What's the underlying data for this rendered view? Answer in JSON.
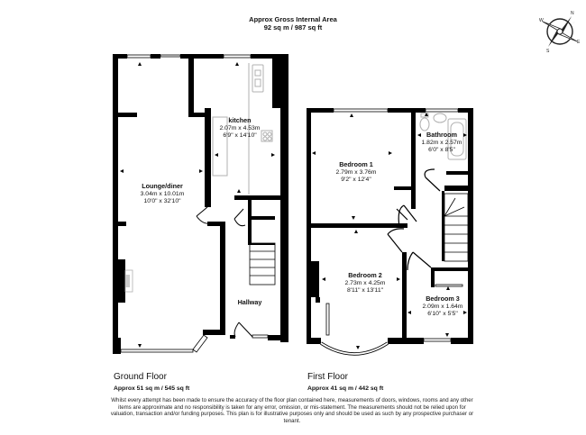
{
  "header": {
    "title": "Approx Gross Internal Area",
    "total_area": "92 sq m / 987 sq ft"
  },
  "compass": {
    "icon": "compass-rose-icon",
    "labels": [
      "N",
      "E",
      "S",
      "W"
    ]
  },
  "ground_floor": {
    "title": "Ground Floor",
    "area": "Approx 51 sq m / 545 sq ft",
    "rooms": [
      {
        "name": "Lounge/diner",
        "metric": "3.04m x 10.01m",
        "imperial": "10'0\" x 32'10\""
      },
      {
        "name": "kitchen",
        "metric": "2.07m x 4.53m",
        "imperial": "6'9\" x 14'10\""
      },
      {
        "name": "Hallway",
        "metric": "",
        "imperial": ""
      }
    ]
  },
  "first_floor": {
    "title": "First Floor",
    "area": "Approx 41 sq m / 442 sq ft",
    "rooms": [
      {
        "name": "Bedroom 1",
        "metric": "2.79m x 3.76m",
        "imperial": "9'2\" x 12'4\""
      },
      {
        "name": "Bathroom",
        "metric": "1.82m x 2.57m",
        "imperial": "6'0\" x 8'5\""
      },
      {
        "name": "Bedroom 2",
        "metric": "2.73m x 4.25m",
        "imperial": "8'11\" x 13'11\""
      },
      {
        "name": "Bedroom 3",
        "metric": "2.09m x 1.64m",
        "imperial": "6'10\" x 5'5\""
      }
    ]
  },
  "disclaimer": "Whilst every attempt has been made to ensure the accuracy of the floor plan contained here, measurements of doors, windows, rooms and any other items are approximate and no responsibility is taken for any error, omission, or mis-statement. The measurements should not be relied upon for valuation, transaction and/or funding purposes. This plan is for illustrative purposes only and should be used as such by any prospective purchaser or tenant.",
  "colors": {
    "wall": "#000000",
    "fixture": "#b0b0b0",
    "background": "#ffffff"
  }
}
